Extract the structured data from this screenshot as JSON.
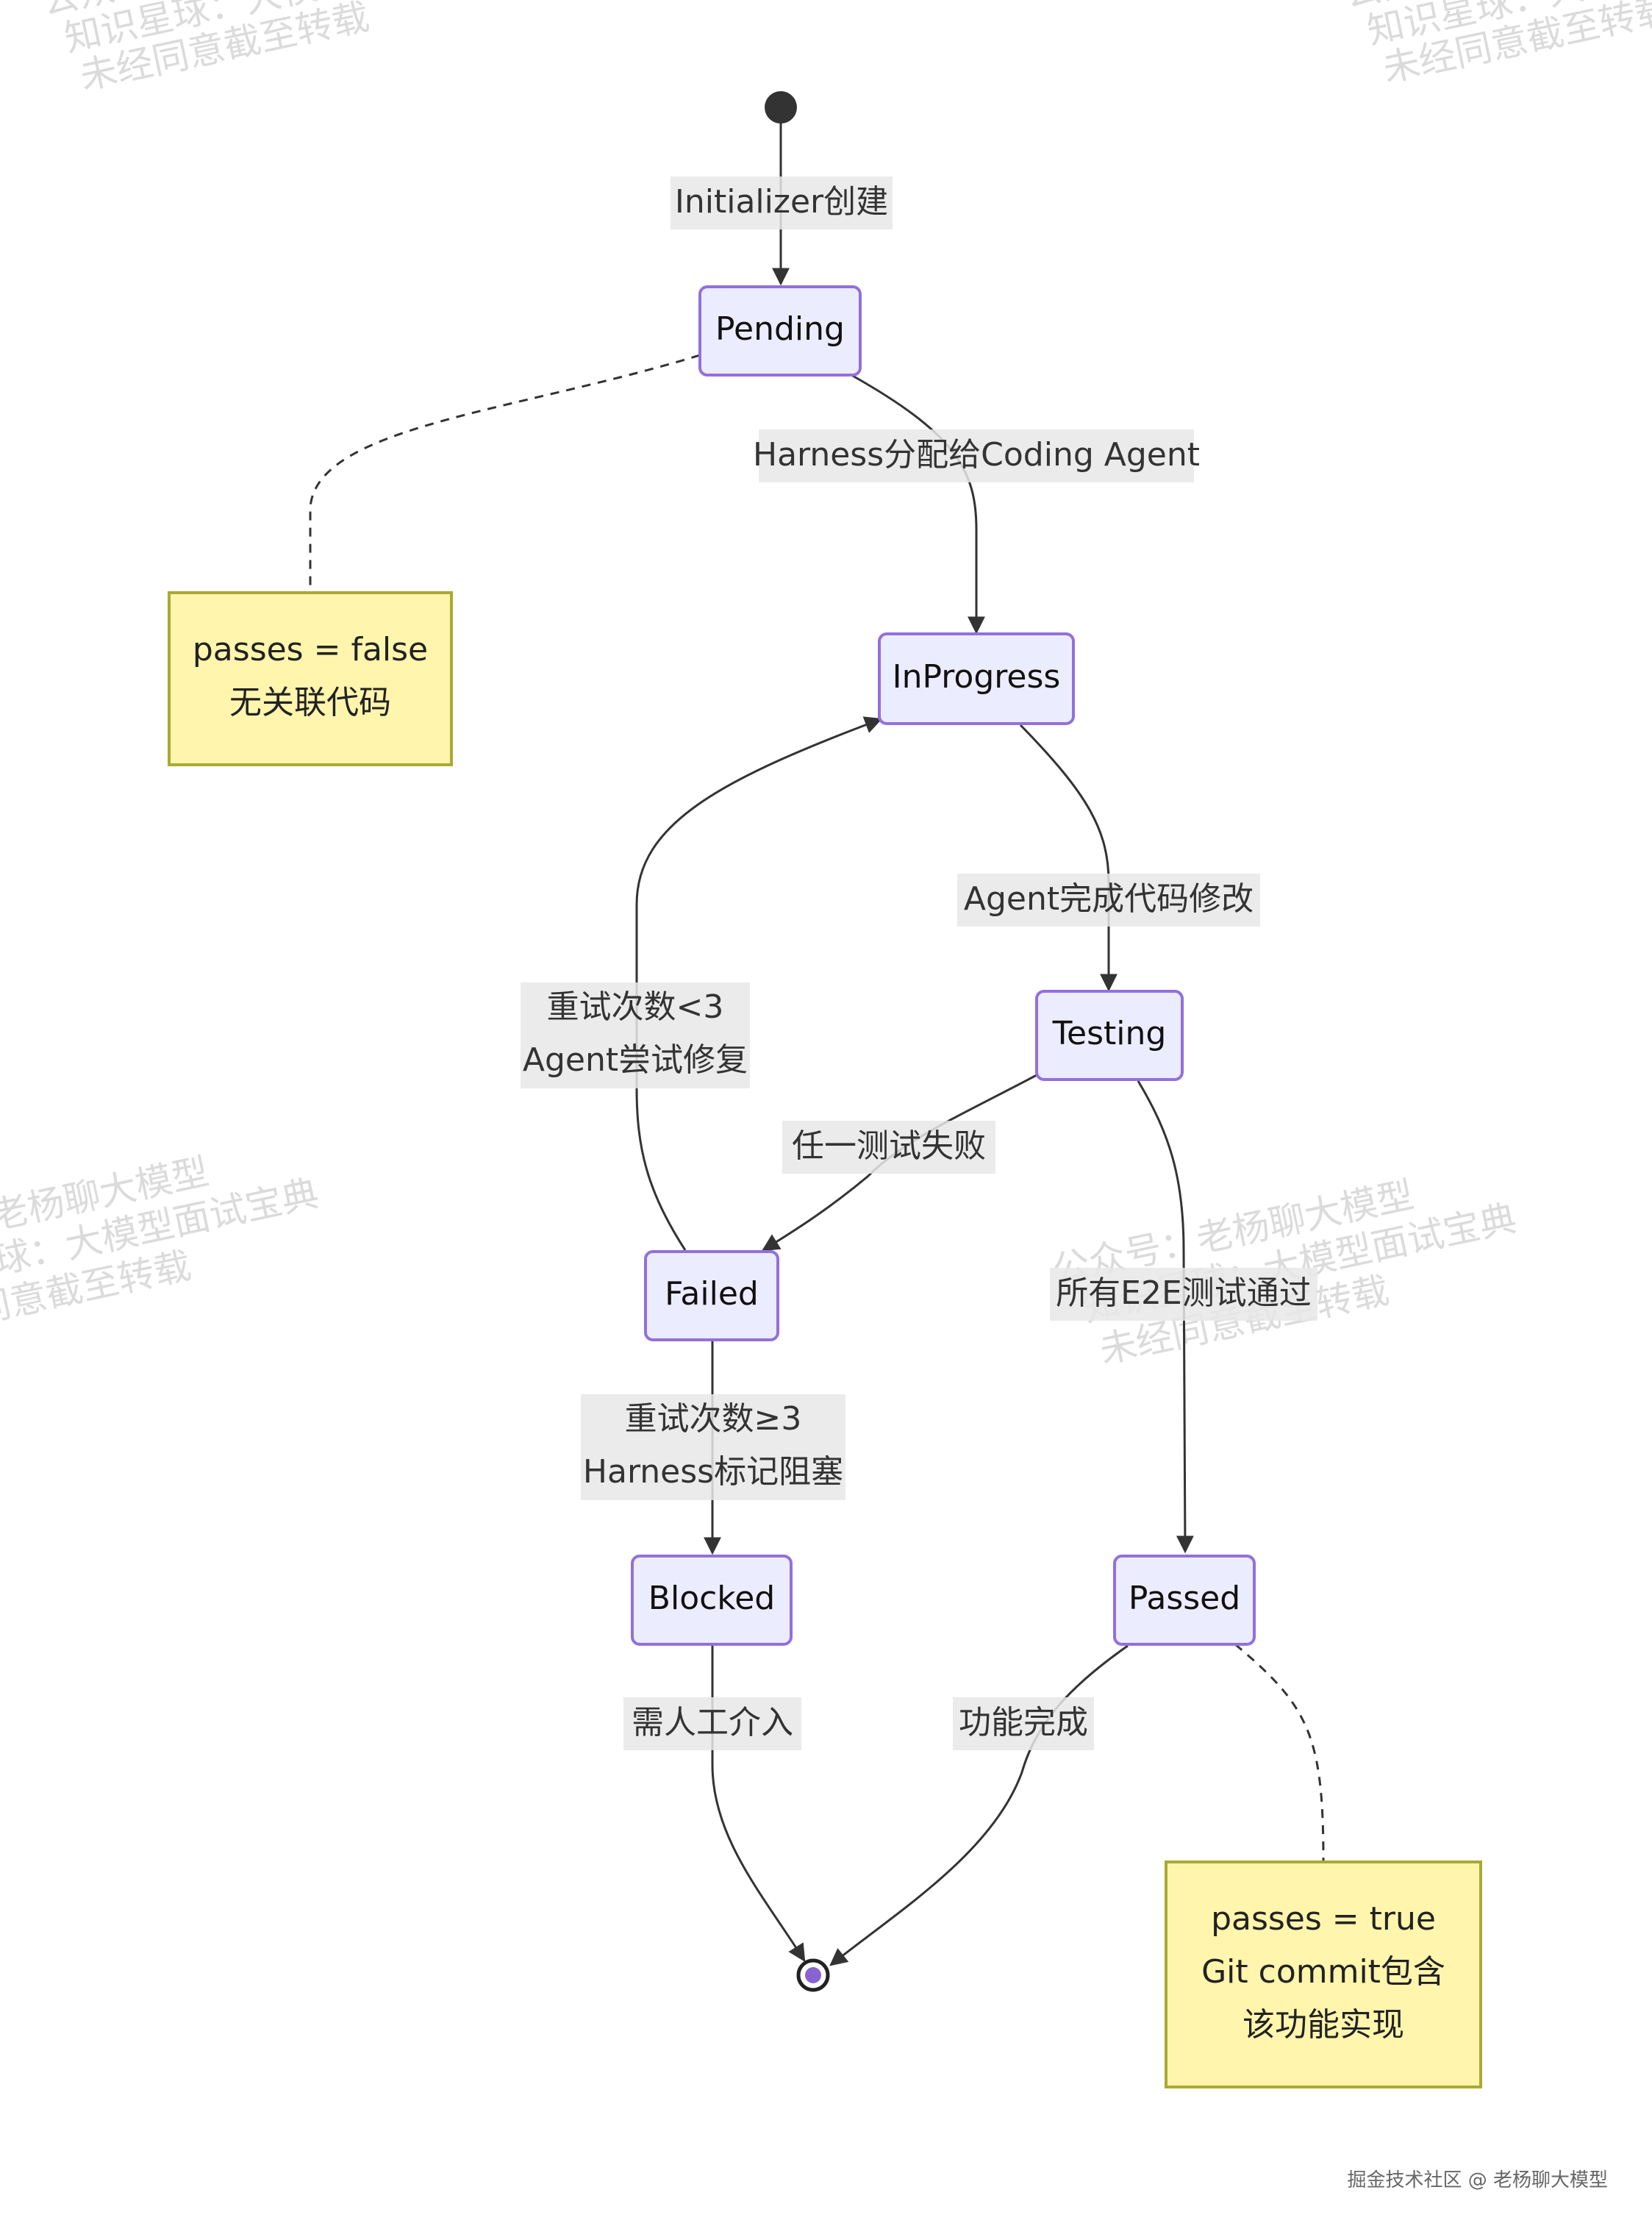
{
  "states": {
    "pending": "Pending",
    "inprogress": "InProgress",
    "testing": "Testing",
    "failed": "Failed",
    "blocked": "Blocked",
    "passed": "Passed"
  },
  "edges": {
    "init": [
      "Initializer创建"
    ],
    "assign": [
      "Harness分配给Coding Agent"
    ],
    "done_code": [
      "Agent完成代码修改"
    ],
    "retry": [
      "重试次数<3",
      "Agent尝试修复"
    ],
    "fail": [
      "任一测试失败"
    ],
    "pass": [
      "所有E2E测试通过"
    ],
    "block": [
      "重试次数≥3",
      "Harness标记阻塞"
    ],
    "manual": [
      "需人工介入"
    ],
    "complete": [
      "功能完成"
    ]
  },
  "notes": {
    "pending_note": [
      "passes = false",
      "无关联代码"
    ],
    "passed_note": [
      "passes = true",
      "Git commit包含",
      "该功能实现"
    ]
  },
  "watermark": [
    "公众号：老杨聊大模型",
    "知识星球：大模型面试宝典",
    "未经同意截至转载"
  ],
  "footer": "掘金技术社区 @ 老杨聊大模型",
  "colors": {
    "state_fill": "#ECECFF",
    "state_stroke": "#9370DB",
    "note_fill": "#FFF5AD",
    "note_stroke": "#AAAA33",
    "edge": "#333333"
  }
}
